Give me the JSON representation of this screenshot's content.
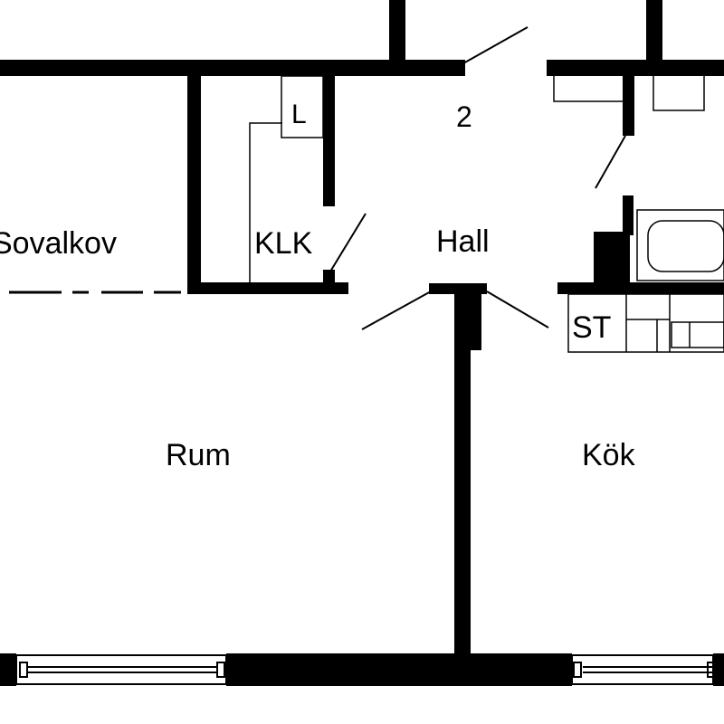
{
  "rooms": {
    "sovalkov": "Sovalkov",
    "klk": "KLK",
    "linen": "L",
    "hall": "Hall",
    "hall_number": "2",
    "rum": "Rum",
    "kok": "Kök",
    "st": "ST"
  },
  "colors": {
    "wall": "#000000",
    "background": "#ffffff",
    "line": "#000000"
  }
}
